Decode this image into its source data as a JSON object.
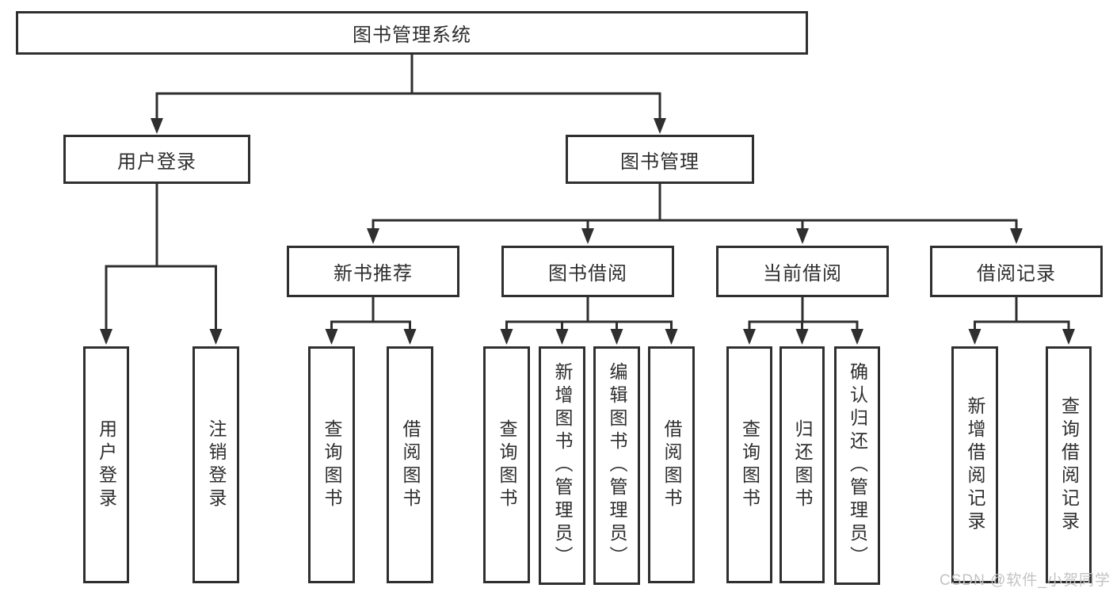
{
  "tree": {
    "root": "图书管理系统",
    "user_login": {
      "label": "用户登录",
      "children": [
        "用户登录",
        "注销登录"
      ]
    },
    "book_management": {
      "label": "图书管理",
      "new_book_recommend": {
        "label": "新书推荐",
        "children": [
          "查询图书",
          "借阅图书"
        ]
      },
      "book_borrowing": {
        "label": "图书借阅",
        "children": [
          "查询图书",
          "新增图书（管理员）",
          "编辑图书（管理员）",
          "借阅图书"
        ]
      },
      "current_borrowing": {
        "label": "当前借阅",
        "children": [
          "查询图书",
          "归还图书",
          "确认归还（管理员）"
        ]
      },
      "borrowing_records": {
        "label": "借阅记录",
        "children": [
          "新增借阅记录",
          "查询借阅记录"
        ]
      }
    }
  },
  "colors": {
    "line": "#2f2f2f",
    "box_border": "#2f2f2f",
    "text": "#2e2e2e",
    "watermark": "#c3c3c3",
    "background": "#ffffff"
  },
  "watermark": {
    "text": "CSDN @软件_小贺同学"
  }
}
